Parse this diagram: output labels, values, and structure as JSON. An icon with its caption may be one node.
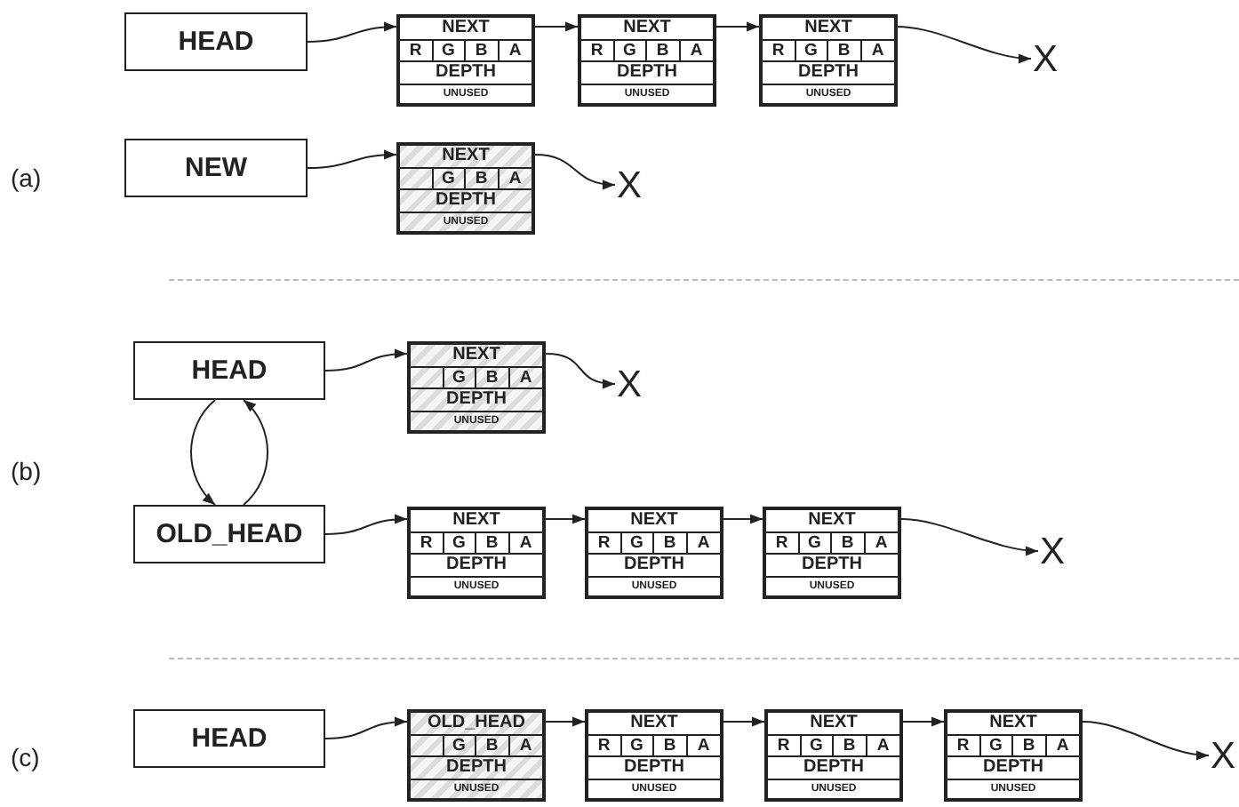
{
  "diagram": {
    "nodes": [
      {
        "text": [
          "HEAD"
        ]
      },
      {
        "text": [
          "NEXT",
          "R",
          "G",
          "B",
          "A",
          "DEPTH",
          "UNUSED"
        ]
      },
      {
        "text": [
          "NEXT",
          "R",
          "G",
          "B",
          "A",
          "DEPTH",
          "UNUSED"
        ]
      },
      {
        "text": [
          "NEXT",
          "R",
          "G",
          "B",
          "A",
          "DEPTH",
          "UNUSED"
        ]
      },
      {
        "text": [
          "X"
        ]
      },
      {
        "text": [
          "NEW"
        ]
      },
      {
        "text": [
          "NEXT",
          "G",
          "B",
          "A",
          "DEPTH",
          "UNUSED"
        ]
      },
      {
        "text": [
          "X"
        ]
      },
      {
        "text": [
          "HEAD"
        ]
      },
      {
        "text": [
          "NEXT",
          "G",
          "B",
          "A",
          "DEPTH",
          "UNUSED"
        ]
      },
      {
        "text": [
          "X"
        ]
      },
      {
        "text": [
          "OLD_HEAD"
        ]
      },
      {
        "text": [
          "NEXT",
          "R",
          "G",
          "B",
          "A",
          "DEPTH",
          "UNUSED"
        ]
      },
      {
        "text": [
          "NEXT",
          "R",
          "G",
          "B",
          "A",
          "DEPTH",
          "UNUSED"
        ]
      },
      {
        "text": [
          "NEXT",
          "R",
          "G",
          "B",
          "A",
          "DEPTH",
          "UNUSED"
        ]
      },
      {
        "text": [
          "X"
        ]
      },
      {
        "text": [
          "HEAD"
        ]
      },
      {
        "text": [
          "OLD_HEAD",
          "G",
          "B",
          "A",
          "DEPTH",
          "UNUSED"
        ]
      },
      {
        "text": [
          "NEXT",
          "R",
          "G",
          "B",
          "A",
          "DEPTH",
          "UNUSED"
        ]
      },
      {
        "text": [
          "NEXT",
          "R",
          "G",
          "B",
          "A",
          "DEPTH",
          "UNUSED"
        ]
      },
      {
        "text": [
          "NEXT",
          "R",
          "G",
          "B",
          "A",
          "DEPTH",
          "UNUSED"
        ]
      },
      {
        "text": [
          "X"
        ]
      }
    ],
    "edges": [
      {
        "from": 0,
        "to": 1,
        "arrow": "to"
      },
      {
        "from": 1,
        "to": 2,
        "arrow": "to"
      },
      {
        "from": 2,
        "to": 3,
        "arrow": "to"
      },
      {
        "from": 3,
        "to": 4,
        "arrow": "to"
      },
      {
        "from": 5,
        "to": 6,
        "arrow": "to"
      },
      {
        "from": 6,
        "to": 7,
        "arrow": "to"
      },
      {
        "from": 8,
        "to": 9,
        "arrow": "to"
      },
      {
        "from": 9,
        "to": 10,
        "arrow": "to"
      },
      {
        "from": 8,
        "to": 11,
        "arrow": "to"
      },
      {
        "from": 11,
        "to": 8,
        "arrow": "to"
      },
      {
        "from": 11,
        "to": 12,
        "arrow": "to"
      },
      {
        "from": 12,
        "to": 13,
        "arrow": "to"
      },
      {
        "from": 13,
        "to": 14,
        "arrow": "to"
      },
      {
        "from": 14,
        "to": 15,
        "arrow": "to"
      },
      {
        "from": 16,
        "to": 17,
        "arrow": "to"
      },
      {
        "from": 17,
        "to": 18,
        "arrow": "to"
      },
      {
        "from": 18,
        "to": 19,
        "arrow": "to"
      },
      {
        "from": 19,
        "to": 20,
        "arrow": "to"
      },
      {
        "from": 20,
        "to": 21,
        "arrow": "to"
      }
    ],
    "labels": [
      "(a)",
      "(b)",
      "(c)"
    ]
  }
}
